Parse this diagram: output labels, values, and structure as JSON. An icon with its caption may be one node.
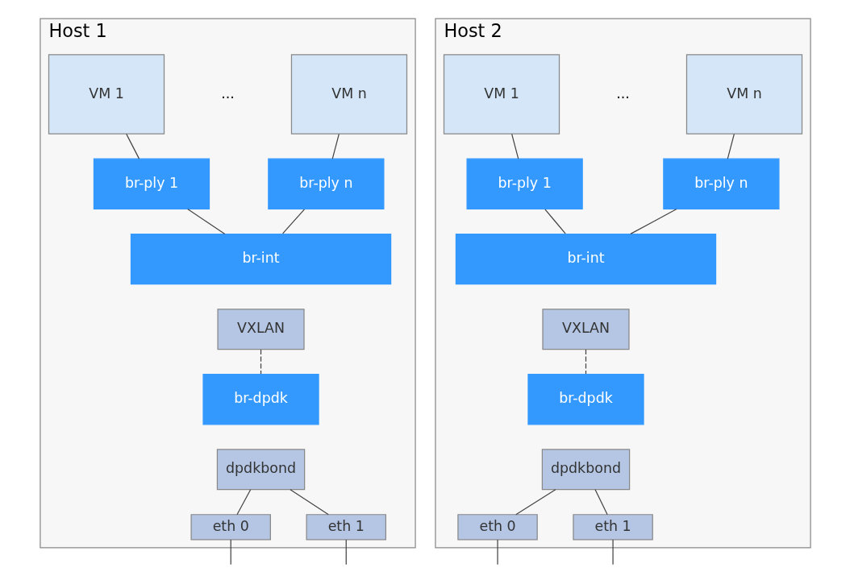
{
  "diagram": {
    "nodes": [
      {
        "text": [
          "Host 1"
        ]
      },
      {
        "text": [
          "VM 1"
        ],
        "in": 0
      },
      {
        "text": [
          "VM n"
        ],
        "in": 0
      },
      {
        "text": [
          "br-ply 1"
        ],
        "in": 0
      },
      {
        "text": [
          "br-ply n"
        ],
        "in": 0
      },
      {
        "text": [
          "br-int"
        ],
        "in": 0
      },
      {
        "text": [
          "VXLAN"
        ],
        "in": 0
      },
      {
        "text": [
          "br-dpdk"
        ],
        "in": 0
      },
      {
        "text": [
          "dpdkbond"
        ],
        "in": 0
      },
      {
        "text": [
          "eth 0"
        ],
        "in": 0
      },
      {
        "text": [
          "eth 1"
        ],
        "in": 0
      },
      {
        "text": [
          "Host 2"
        ]
      },
      {
        "text": [
          "VM 1"
        ],
        "in": 11
      },
      {
        "text": [
          "VM n"
        ],
        "in": 11
      },
      {
        "text": [
          "br-ply 1"
        ],
        "in": 11
      },
      {
        "text": [
          "br-ply n"
        ],
        "in": 11
      },
      {
        "text": [
          "br-int"
        ],
        "in": 11
      },
      {
        "text": [
          "VXLAN"
        ],
        "in": 11
      },
      {
        "text": [
          "br-dpdk"
        ],
        "in": 11
      },
      {
        "text": [
          "dpdkbond"
        ],
        "in": 11
      },
      {
        "text": [
          "eth 0"
        ],
        "in": 11
      },
      {
        "text": [
          "eth 1"
        ],
        "in": 11
      }
    ],
    "edges": [
      {
        "from": 1,
        "to": 3,
        "arrow": "none"
      },
      {
        "from": 2,
        "to": 4,
        "arrow": "none"
      },
      {
        "from": 3,
        "to": 5,
        "arrow": "none"
      },
      {
        "from": 4,
        "to": 5,
        "arrow": "none"
      },
      {
        "from": 6,
        "to": 7,
        "arrow": "none",
        "style": "dashed"
      },
      {
        "from": 8,
        "to": 9,
        "arrow": "none"
      },
      {
        "from": 8,
        "to": 10,
        "arrow": "none"
      },
      {
        "from": 9,
        "to": null,
        "arrow": "none"
      },
      {
        "from": 10,
        "to": null,
        "arrow": "none"
      },
      {
        "from": 12,
        "to": 14,
        "arrow": "none"
      },
      {
        "from": 13,
        "to": 15,
        "arrow": "none"
      },
      {
        "from": 14,
        "to": 16,
        "arrow": "none"
      },
      {
        "from": 15,
        "to": 16,
        "arrow": "none"
      },
      {
        "from": 17,
        "to": 18,
        "arrow": "none",
        "style": "dashed"
      },
      {
        "from": 19,
        "to": 20,
        "arrow": "none"
      },
      {
        "from": 19,
        "to": 21,
        "arrow": "none"
      },
      {
        "from": 20,
        "to": null,
        "arrow": "none"
      },
      {
        "from": 21,
        "to": null,
        "arrow": "none"
      }
    ],
    "labels": [
      "...",
      "..."
    ]
  }
}
